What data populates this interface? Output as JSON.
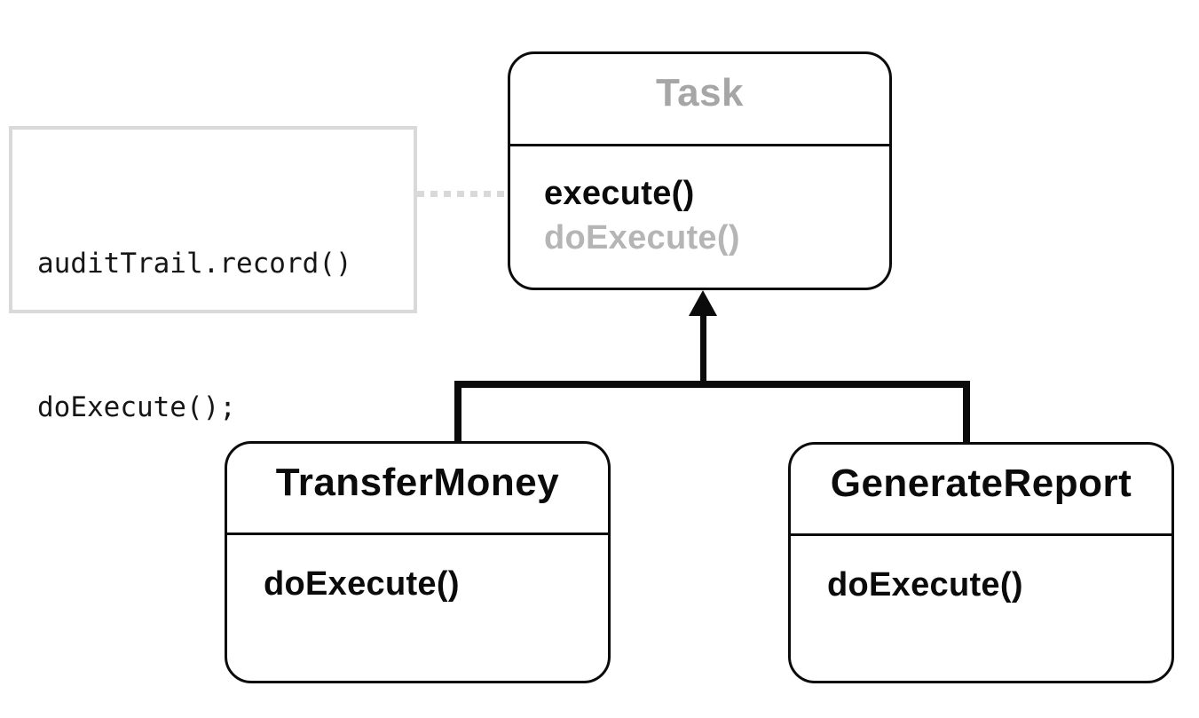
{
  "note": {
    "lines": [
      "auditTrail.record()",
      "doExecute();"
    ]
  },
  "classes": {
    "task": {
      "name": "Task",
      "methods": [
        {
          "label": "execute()"
        },
        {
          "label": "doExecute()"
        }
      ]
    },
    "transfer_money": {
      "name": "TransferMoney",
      "methods": [
        {
          "label": "doExecute()"
        }
      ]
    },
    "generate_report": {
      "name": "GenerateReport",
      "methods": [
        {
          "label": "doExecute()"
        }
      ]
    }
  },
  "colors": {
    "outline": "#0b0b0b",
    "muted_title": "#a6a6a6",
    "muted_method": "#b5b5b5",
    "note_border": "#d9d9d9",
    "dotted": "#d9d9d9",
    "ink": "#161616",
    "bg": "#ffffff"
  }
}
